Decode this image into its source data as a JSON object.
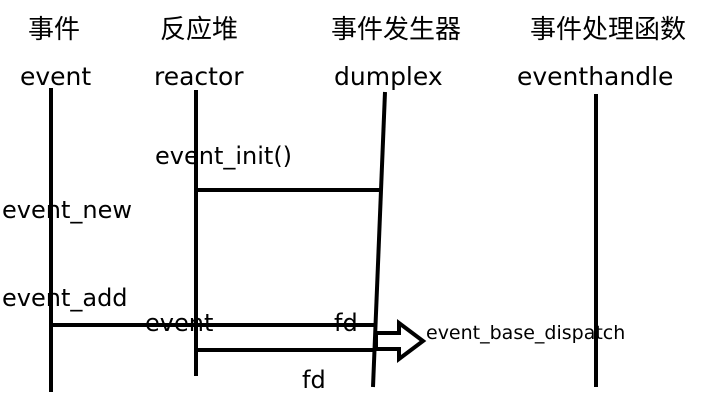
{
  "columns": [
    {
      "title": "事件",
      "subtitle": "event"
    },
    {
      "title": "反应堆",
      "subtitle": "reactor"
    },
    {
      "title": "事件发生器",
      "subtitle": "dumplex"
    },
    {
      "title": "事件处理函数",
      "subtitle": "eventhandle"
    }
  ],
  "labels": {
    "event_init": "event_init()",
    "event_new": "event_new",
    "event_add": "event_add",
    "event_arrow": "event",
    "fd_top": "fd",
    "fd_bottom": "fd",
    "dispatch": "event_base_dispatch"
  },
  "colors": {
    "ink": "#000000",
    "background": "#ffffff"
  }
}
